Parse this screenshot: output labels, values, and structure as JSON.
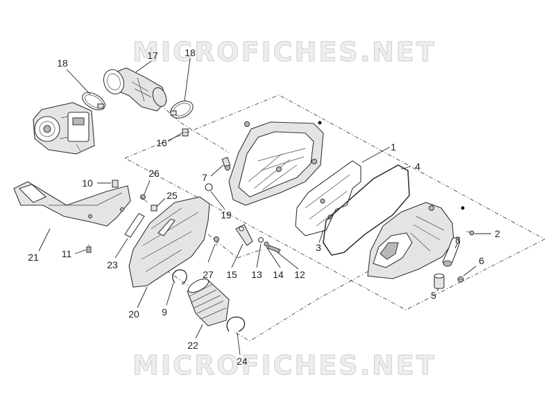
{
  "watermark": {
    "text": "MICROFICHES.NET"
  },
  "labels": {
    "l1": "1",
    "l2": "2",
    "l3": "3",
    "l4": "4",
    "l5": "5",
    "l6": "6",
    "l7": "7",
    "l8": "8",
    "l9": "9",
    "l10": "10",
    "l11": "11",
    "l12": "12",
    "l13": "13",
    "l14": "14",
    "l15": "15",
    "l16": "16",
    "l17": "17",
    "l18a": "18",
    "l18b": "18",
    "l19": "19",
    "l20": "20",
    "l21": "21",
    "l22": "22",
    "l23": "23",
    "l24": "24",
    "l25": "25",
    "l26": "26",
    "l27": "27"
  }
}
